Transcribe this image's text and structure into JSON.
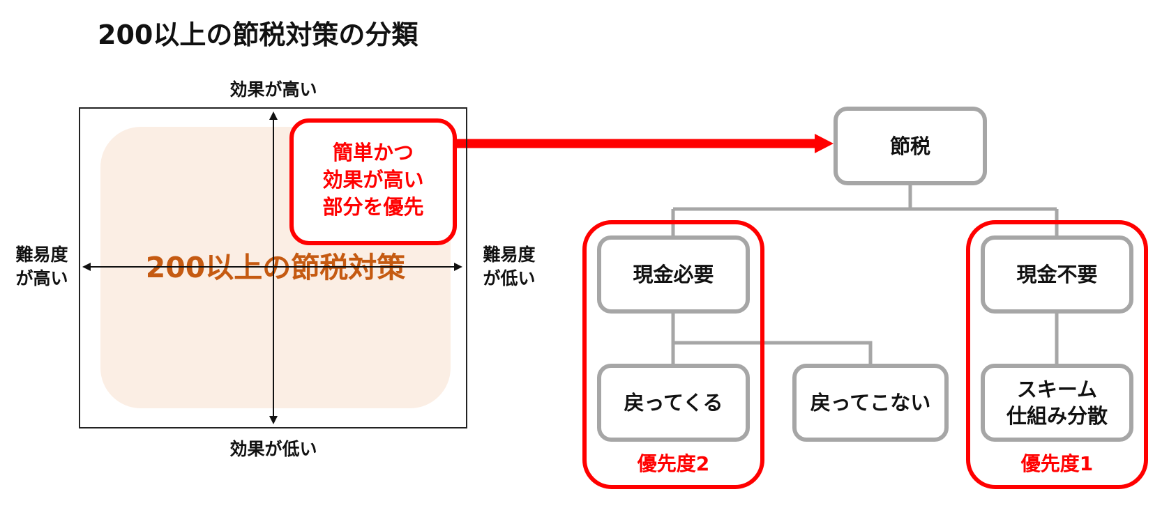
{
  "title": "200以上の節税対策の分類",
  "matrix": {
    "axis_top": "効果が高い",
    "axis_bottom": "効果が低い",
    "axis_left": [
      "難易度",
      "が高い"
    ],
    "axis_right": [
      "難易度",
      "が低い"
    ],
    "center_label": "200以上の節税対策",
    "highlight_lines": [
      "簡単かつ",
      "効果が高い",
      "部分を優先"
    ]
  },
  "tree": {
    "root": "節税",
    "cash_needed": "現金必要",
    "cash_not_needed": "現金不要",
    "returns": "戻ってくる",
    "not_returns": "戻ってこない",
    "scheme_lines": [
      "スキーム",
      "仕組み分散"
    ],
    "priority_2": "優先度2",
    "priority_1": "優先度1"
  },
  "colors": {
    "accent": "#ff0000",
    "node_border": "#a6a6a6",
    "blob_fill": "#fbeee4",
    "blob_text": "#c55a11"
  }
}
